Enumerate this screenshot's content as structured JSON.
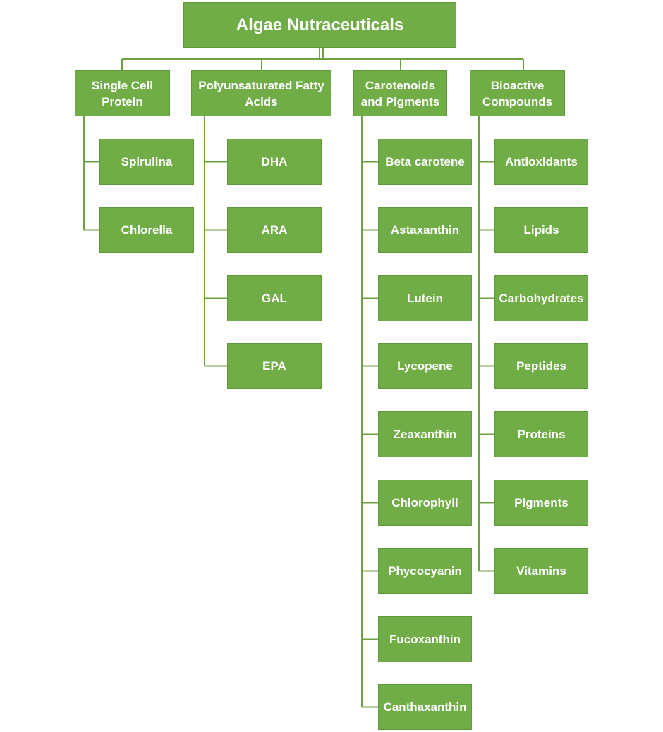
{
  "root": {
    "label": "Algae Nutraceuticals"
  },
  "categories": [
    {
      "label": "Single Cell\nProtein",
      "items": [
        "Spirulina",
        "Chlorella"
      ]
    },
    {
      "label": "Polyunsaturated  Fatty\nAcids",
      "items": [
        "DHA",
        "ARA",
        "GAL",
        "EPA"
      ]
    },
    {
      "label": "Carotenoids\nand Pigments",
      "items": [
        "Beta carotene",
        "Astaxanthin",
        "Lutein",
        "Lycopene",
        "Zeaxanthin",
        "Chlorophyll",
        "Phycocyanin",
        "Fucoxanthin",
        "Canthaxanthin"
      ]
    },
    {
      "label": "Bioactive\nCompounds",
      "items": [
        "Antioxidants",
        "Lipids",
        "Carbohydrates",
        "Peptides",
        "Proteins",
        "Pigments",
        "Vitamins"
      ]
    }
  ],
  "colors": {
    "box_fill": "#70ad47",
    "connector": "#6ea044",
    "text": "#ffffff"
  }
}
